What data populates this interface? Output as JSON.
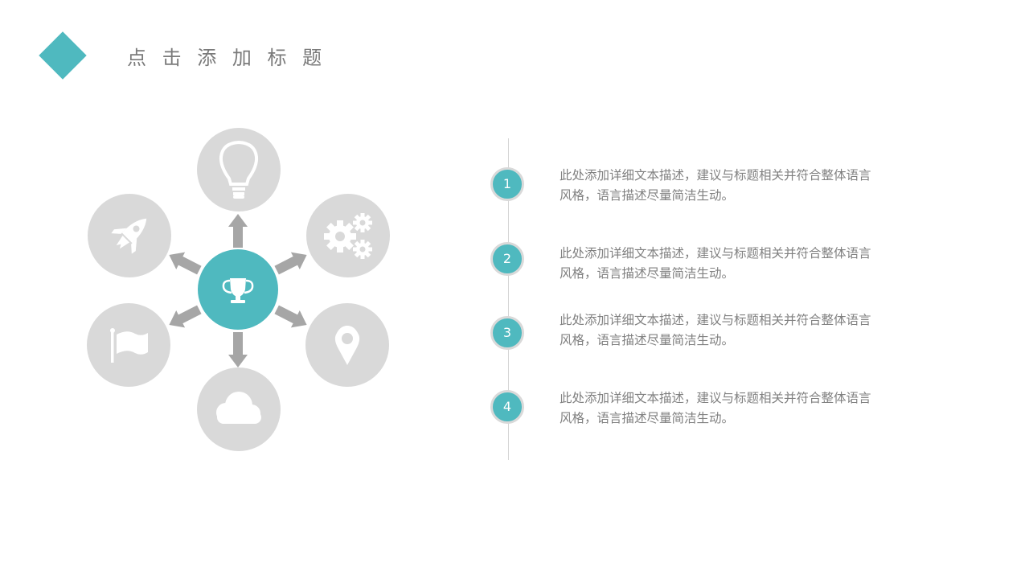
{
  "header": {
    "title": "点 击 添 加 标 题"
  },
  "colors": {
    "accent": "#4fb9bf",
    "node_gray": "#d9d9d9",
    "arrow_gray": "#a6a6a6",
    "text_gray": "#808080"
  },
  "diagram": {
    "center_icon": "trophy-icon",
    "outer_icons": [
      "lightbulb-icon",
      "gears-icon",
      "location-pin-icon",
      "cloud-icon",
      "flag-icon",
      "rocket-icon"
    ]
  },
  "steps": [
    {
      "number": "1",
      "text": "此处添加详细文本描述，建议与标题相关并符合整体语言风格，语言描述尽量简洁生动。"
    },
    {
      "number": "2",
      "text": "此处添加详细文本描述，建议与标题相关并符合整体语言风格，语言描述尽量简洁生动。"
    },
    {
      "number": "3",
      "text": "此处添加详细文本描述，建议与标题相关并符合整体语言风格，语言描述尽量简洁生动。"
    },
    {
      "number": "4",
      "text": "此处添加详细文本描述，建议与标题相关并符合整体语言风格，语言描述尽量简洁生动。"
    }
  ]
}
